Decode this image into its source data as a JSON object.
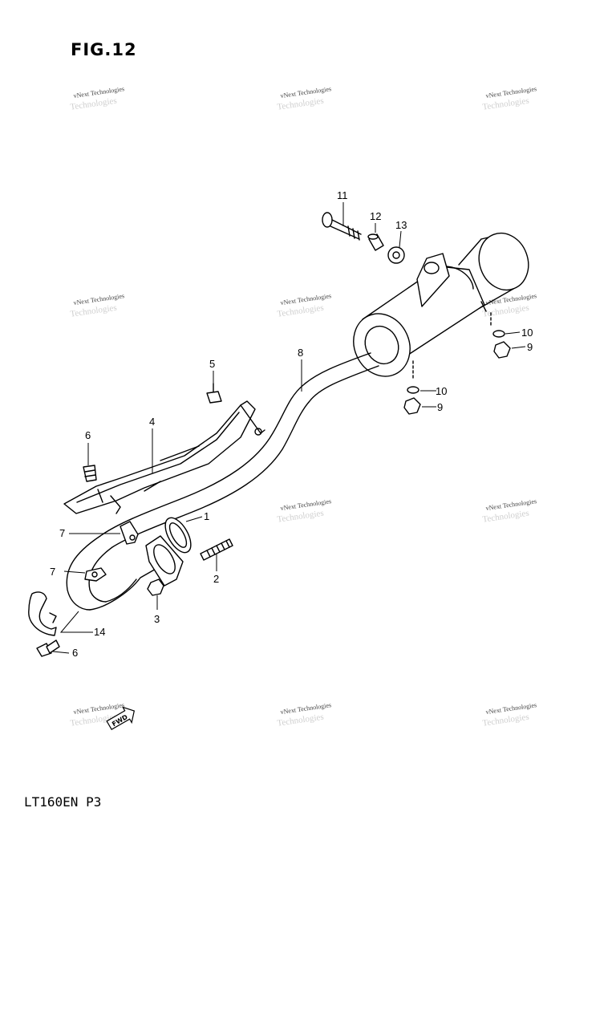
{
  "figure_title": "FIG.12",
  "model_code": "LT160EN P3",
  "watermark_text": "vNext Technologies",
  "watermark_ghost": "Technologies",
  "fwd_mark": "FWD",
  "parts": [
    {
      "key": "p1",
      "num": "1"
    },
    {
      "key": "p2",
      "num": "2"
    },
    {
      "key": "p3",
      "num": "3"
    },
    {
      "key": "p4",
      "num": "4"
    },
    {
      "key": "p5",
      "num": "5"
    },
    {
      "key": "p6a",
      "num": "6"
    },
    {
      "key": "p6b",
      "num": "6"
    },
    {
      "key": "p7a",
      "num": "7"
    },
    {
      "key": "p7b",
      "num": "7"
    },
    {
      "key": "p8",
      "num": "8"
    },
    {
      "key": "p9a",
      "num": "9"
    },
    {
      "key": "p9b",
      "num": "9"
    },
    {
      "key": "p10a",
      "num": "10"
    },
    {
      "key": "p10b",
      "num": "10"
    },
    {
      "key": "p11",
      "num": "11"
    },
    {
      "key": "p12",
      "num": "12"
    },
    {
      "key": "p13",
      "num": "13"
    },
    {
      "key": "p14",
      "num": "14"
    }
  ]
}
